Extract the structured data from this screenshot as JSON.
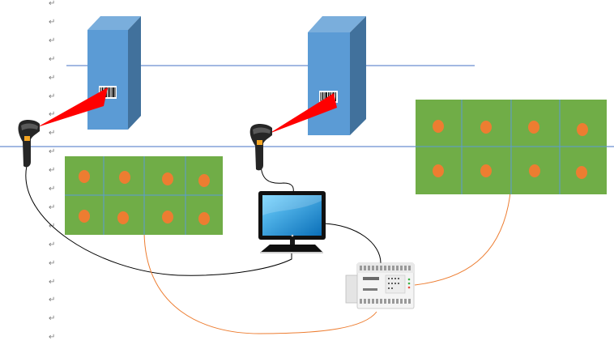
{
  "document": {
    "paragraph_mark": "↵",
    "paragraph_mark_count": 19
  },
  "colors": {
    "box_front": "#5b9bd5",
    "box_side": "#41719c",
    "box_top": "#7aaedc",
    "laser": "#ff0000",
    "tray_fill": "#70ad47",
    "tray_grid": "#5b9bd5",
    "dot": "#ed7d31",
    "line_blue": "#4472c4",
    "cable_black": "#000000",
    "cable_orange": "#ed7d31",
    "screen": "#1ea0e6"
  },
  "diagram": {
    "components": [
      {
        "id": "product-box-1",
        "type": "carton-with-barcode"
      },
      {
        "id": "product-box-2",
        "type": "carton-with-barcode"
      },
      {
        "id": "barcode-scanner-1",
        "type": "handheld-barcode-scanner"
      },
      {
        "id": "barcode-scanner-2",
        "type": "handheld-barcode-scanner"
      },
      {
        "id": "tray-1",
        "type": "sorting-tray",
        "rows": 2,
        "cols": 4
      },
      {
        "id": "tray-2",
        "type": "sorting-tray",
        "rows": 2,
        "cols": 4
      },
      {
        "id": "monitor",
        "type": "computer-monitor"
      },
      {
        "id": "plc",
        "type": "plc-controller"
      }
    ],
    "connections": [
      {
        "from": "barcode-scanner-1",
        "to": "monitor",
        "cable": "black"
      },
      {
        "from": "barcode-scanner-2",
        "to": "monitor",
        "cable": "black"
      },
      {
        "from": "monitor",
        "to": "plc",
        "cable": "black"
      },
      {
        "from": "plc",
        "to": "tray-1",
        "cable": "orange"
      },
      {
        "from": "plc",
        "to": "tray-2",
        "cable": "orange"
      }
    ]
  }
}
